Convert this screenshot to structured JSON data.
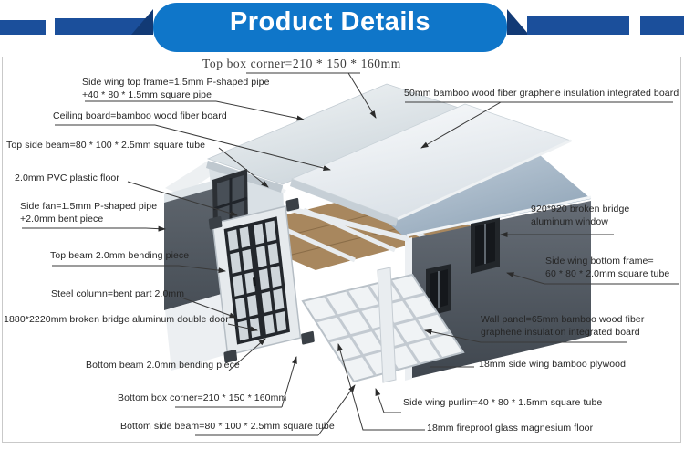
{
  "banner": {
    "title": "Product Details",
    "bar_color": "#0f76c9",
    "ribbon_color": "#1b4f9b",
    "fold_color": "#123a75"
  },
  "diagram": {
    "subject": "expandable container house exploded view",
    "border_color": "#c9c9c9",
    "labels": {
      "top_box_corner": {
        "text": "Top box corner=210 * 150 * 160mm"
      },
      "side_wing_top_frame": {
        "text": "Side wing top frame=1.5mm P-shaped pipe\n+40 * 80 * 1.5mm square pipe"
      },
      "ceiling_board": {
        "text": "Ceiling board=bamboo wood fiber board"
      },
      "top_side_beam": {
        "text": "Top side beam=80 * 100 * 2.5mm square tube"
      },
      "pvc_floor": {
        "text": "2.0mm PVC plastic floor"
      },
      "side_fan": {
        "text": "Side fan=1.5mm P-shaped pipe\n+2.0mm bent piece"
      },
      "top_beam": {
        "text": "Top beam 2.0mm bending piece"
      },
      "steel_column": {
        "text": "Steel column=bent part 2.0mm"
      },
      "double_door": {
        "text": "1880*2220mm broken bridge aluminum double door"
      },
      "bottom_beam": {
        "text": "Bottom beam 2.0mm bending piece"
      },
      "bottom_box_corner": {
        "text": "Bottom box corner=210 * 150 * 160mm"
      },
      "bottom_side_beam": {
        "text": "Bottom side beam=80 * 100 * 2.5mm square tube"
      },
      "insulation_board": {
        "text": "50mm bamboo wood fiber graphene insulation integrated board"
      },
      "window": {
        "text": "920*920 broken bridge\naluminum window"
      },
      "side_wing_bottom_frame": {
        "text": "Side wing bottom frame=\n60 * 80 * 2.0mm square tube"
      },
      "wall_panel": {
        "text": "Wall panel=65mm bamboo wood fiber\ngraphene insulation integrated board"
      },
      "side_wing_plywood": {
        "text": "18mm side wing bamboo plywood"
      },
      "side_wing_purlin": {
        "text": "Side wing purlin=40 * 80 * 1.5mm square tube"
      },
      "fireproof_floor": {
        "text": "18mm fireproof glass magnesium floor"
      }
    }
  }
}
